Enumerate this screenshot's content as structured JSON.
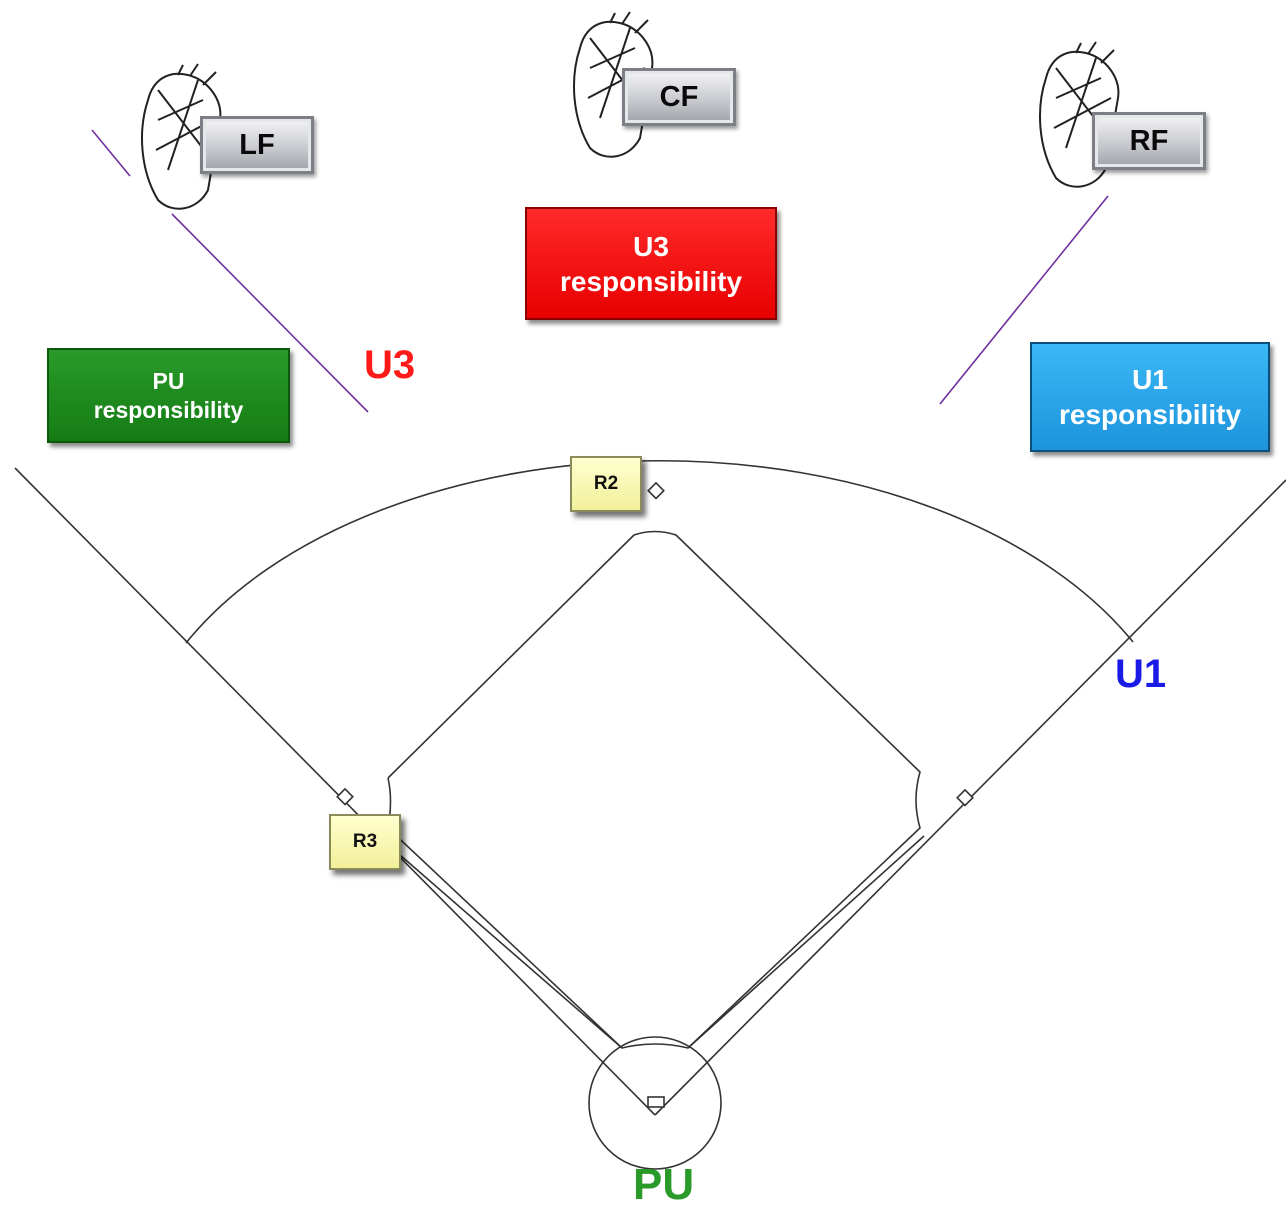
{
  "fielders": {
    "lf": "LF",
    "cf": "CF",
    "rf": "RF"
  },
  "responsibility": {
    "pu": {
      "line1": "PU",
      "line2": "responsibility",
      "color": "#157c15"
    },
    "u3": {
      "line1": "U3",
      "line2": "responsibility",
      "color": "#ff0000"
    },
    "u1": {
      "line1": "U1",
      "line2": "responsibility",
      "color": "#1e96e0"
    }
  },
  "runners": {
    "r2": "R2",
    "r3": "R3"
  },
  "umpires": {
    "u3": {
      "label": "U3",
      "color": "#ff1a1a"
    },
    "u1": {
      "label": "U1",
      "color": "#1a1ae6"
    },
    "pu": {
      "label": "PU",
      "color": "#2a9a2a"
    }
  },
  "icons": {
    "glove": "baseball-glove-icon"
  },
  "colors": {
    "division_lines": "#7030a0",
    "field_lines": "#333333"
  }
}
